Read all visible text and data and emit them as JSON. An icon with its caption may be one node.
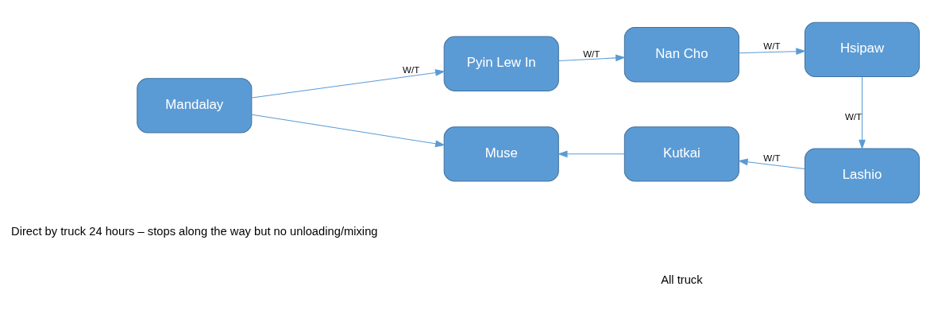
{
  "diagram": {
    "nodes": [
      {
        "text": [
          "Mandalay"
        ]
      },
      {
        "text": [
          "Pyin Lew In"
        ]
      },
      {
        "text": [
          "Nan Cho"
        ]
      },
      {
        "text": [
          "Hsipaw"
        ]
      },
      {
        "text": [
          "Lashio"
        ]
      },
      {
        "text": [
          "Kutkai"
        ]
      },
      {
        "text": [
          "Muse"
        ]
      }
    ],
    "edges": [
      {
        "from": 0,
        "to": 1,
        "arrow": "to",
        "label": "W/T"
      },
      {
        "from": 1,
        "to": 2,
        "arrow": "to",
        "label": "W/T"
      },
      {
        "from": 2,
        "to": 3,
        "arrow": "to",
        "label": "W/T"
      },
      {
        "from": 3,
        "to": 4,
        "arrow": "to",
        "label": "W/T"
      },
      {
        "from": 4,
        "to": 5,
        "arrow": "to",
        "label": "W/T"
      },
      {
        "from": 5,
        "to": 6,
        "arrow": "to"
      },
      {
        "from": 0,
        "to": 6,
        "arrow": "to"
      }
    ],
    "labels": [
      "Direct by truck 24 hours – stops along the way but no unloading/mixing",
      "All truck"
    ]
  }
}
